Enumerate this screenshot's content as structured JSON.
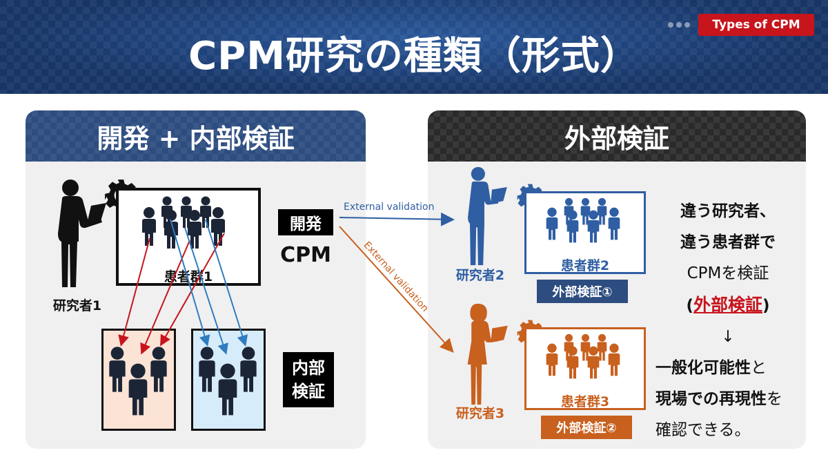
{
  "header": {
    "title": "CPM研究の種類（形式）",
    "tag": "Types of CPM"
  },
  "left_panel": {
    "title": "開発 + 内部検証",
    "researcher_label": "研究者1",
    "group_label": "患者群1",
    "dev_label": "開発",
    "cpm_label": "CPM",
    "internal_label_line1": "内部",
    "internal_label_line2": "検証"
  },
  "arrows": {
    "upper_label": "External validation",
    "lower_label": "External validation"
  },
  "right_panel": {
    "title": "外部検証",
    "researcher2_label": "研究者2",
    "group2_label": "患者群2",
    "ext1_label": "外部検証①",
    "researcher3_label": "研究者3",
    "group3_label": "患者群3",
    "ext2_label": "外部検証②",
    "note": {
      "line1": "違う研究者、",
      "line2": "違う患者群で",
      "line3": "CPMを検証",
      "line4_open": "(",
      "line4_emph": "外部検証",
      "line4_close": ")",
      "arrow": "↓",
      "line5_bold": "一般化可能性",
      "line5_rest": "と",
      "line6_bold": "現場での再現性",
      "line6_rest": "を",
      "line7": "確認できる。"
    }
  },
  "colors": {
    "navy": "#2d4d80",
    "blue": "#2f5ea3",
    "orange": "#c8601e",
    "red": "#c8141c",
    "dark": "#111111"
  }
}
